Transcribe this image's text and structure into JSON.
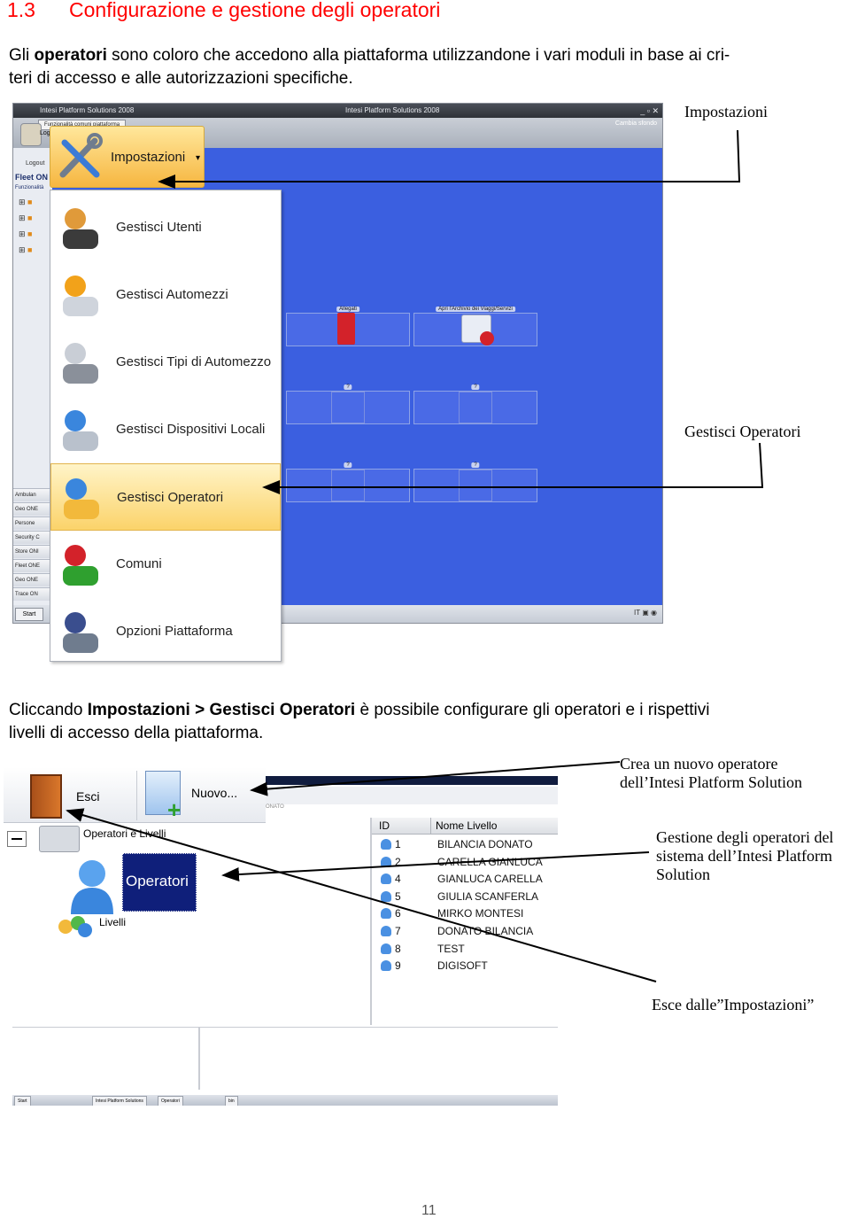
{
  "heading": {
    "number": "1.3",
    "title": "Configurazione e gestione degli operatori"
  },
  "intro": {
    "lead": "Gli ",
    "bold": "operatori",
    "rest_line1": " sono coloro che accedono alla piattaforma utilizzandone i vari moduli in base ai cri-",
    "line2": "teri di accesso e alle autorizzazioni specifiche."
  },
  "screenshot1": {
    "window_title_left": "Intesi Platform Solutions 2008",
    "window_title_center": "Intesi Platform Solutions 2008",
    "ribbon_tab": "Funzionalità comuni piattaforma",
    "cambia_sfondo": "Cambia sfondo",
    "logout": "Logout",
    "log_label": "Log",
    "fleet_label": "Fleet ON",
    "funzionalita_label": "Funzionalità",
    "nav_buttons": [
      "Ambulan",
      "Geo ONE",
      "Persone",
      "Security C",
      "Store ONI",
      "Fleet ONE",
      "Geo ONE",
      "Trace ON"
    ],
    "start": "Start",
    "tray_lang": "IT",
    "tiles": [
      {
        "caption": "Allegati"
      },
      {
        "caption": "Apri l'Archivio dei Viaggi/Servizi"
      },
      {
        "caption": "?"
      },
      {
        "caption": "?"
      },
      {
        "caption": "?"
      },
      {
        "caption": "?"
      }
    ],
    "menu_header": "Impostazioni",
    "menu_items": [
      {
        "label": "Gestisci Utenti",
        "icon": "users-icon"
      },
      {
        "label": "Gestisci Automezzi",
        "icon": "truck-icon"
      },
      {
        "label": "Gestisci Tipi di Automezzo",
        "icon": "boat-icon"
      },
      {
        "label": "Gestisci Dispositivi Locali",
        "icon": "device-icon"
      },
      {
        "label": "Gestisci Operatori",
        "icon": "operators-icon"
      },
      {
        "label": "Comuni",
        "icon": "flags-icon"
      },
      {
        "label": "Opzioni Piattaforma",
        "icon": "gears-icon"
      }
    ]
  },
  "callouts": {
    "impostazioni": "Impostazioni",
    "gestisci_operatori": "Gestisci Operatori",
    "crea_line1": "Crea un nuovo operatore",
    "crea_line2": "dell’Intesi Platform Solution",
    "gestione_line1": "Gestione degli operatori del",
    "gestione_line2": "sistema dell’Intesi Platform",
    "gestione_line3": "Solution",
    "esce": "Esce dalle”Impostazioni”"
  },
  "middle_para": {
    "lead": "Cliccando ",
    "bold": "Impostazioni > Gestisci Operatori",
    "rest_line1": " è possibile configurare gli operatori e i rispettivi",
    "line2": "livelli di accesso della piattaforma."
  },
  "screenshot2": {
    "esci": "Esci",
    "nuovo": "Nuovo...",
    "tree_root": "Operatori e Livelli",
    "operatori": "Operatori",
    "livelli": "Livelli",
    "col_id": "ID",
    "col_nome": "Nome Livello",
    "rows": [
      {
        "id": "1",
        "name": "BILANCIA DONATO"
      },
      {
        "id": "2",
        "name": "CARELLA GIANLUCA"
      },
      {
        "id": "4",
        "name": "GIANLUCA CARELLA"
      },
      {
        "id": "5",
        "name": "GIULIA SCANFERLA"
      },
      {
        "id": "6",
        "name": "MIRKO MONTESI"
      },
      {
        "id": "7",
        "name": "DONATO BILANCIA"
      },
      {
        "id": "8",
        "name": "TEST"
      },
      {
        "id": "9",
        "name": "DIGISOFT"
      }
    ],
    "taskbar_items": [
      "Start",
      "Intesi Platform Solutions",
      "Operatori",
      "bin"
    ]
  },
  "page_number": "11",
  "colors": {
    "heading": "#ff0000",
    "desktop": "#3b5fe0",
    "selected": "#0f1f7a",
    "menu_highlight": "#fbd36a"
  }
}
